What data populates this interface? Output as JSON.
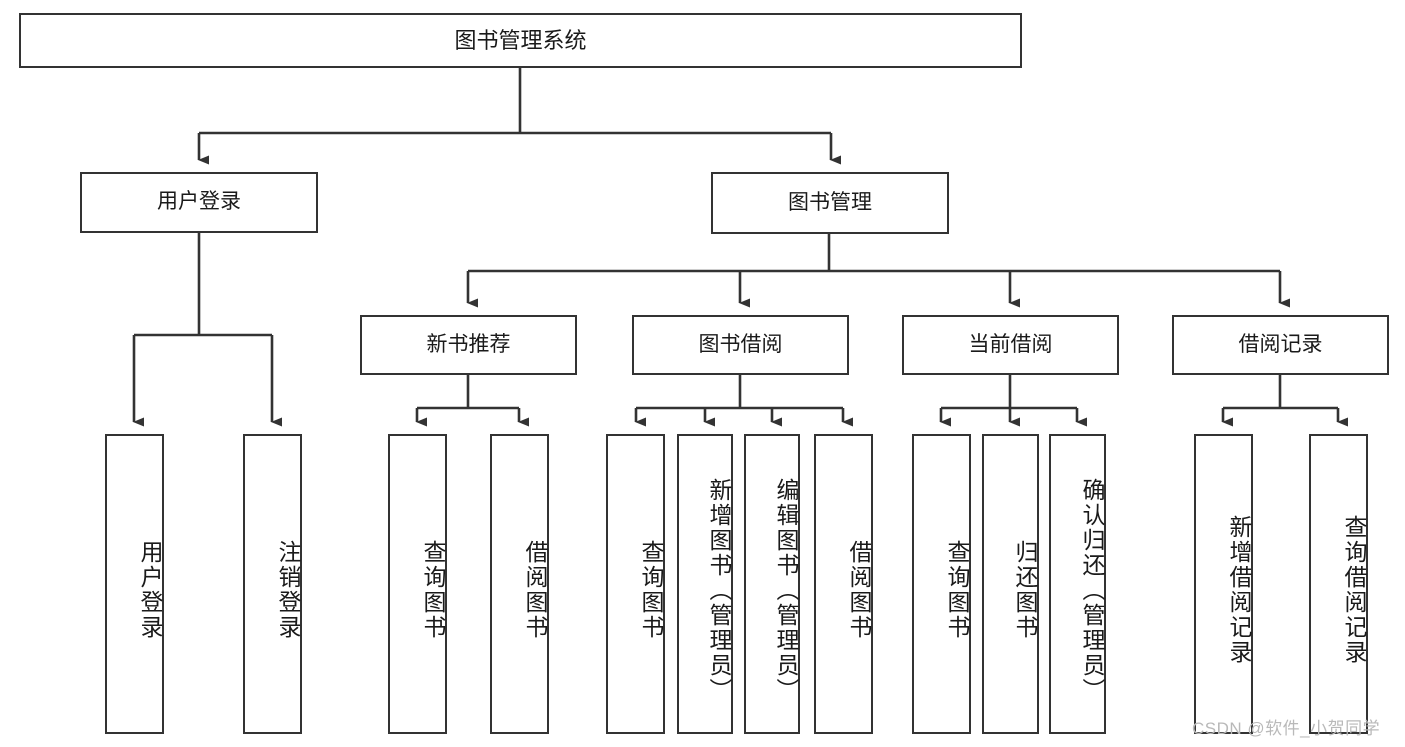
{
  "diagram": {
    "type": "tree-hierarchy-diagram",
    "title": "图书管理系统",
    "style": {
      "box_border": "#333333",
      "box_fill": "#ffffff",
      "line": "#333333",
      "text": "#1a1a1a",
      "watermark": "#b9b9b9"
    },
    "root": {
      "label": "图书管理系统"
    },
    "level2": [
      {
        "id": "user-login",
        "label": "用户登录"
      },
      {
        "id": "book-manage",
        "label": "图书管理"
      }
    ],
    "level3": [
      {
        "id": "new-book-recommend",
        "label": "新书推荐"
      },
      {
        "id": "book-borrow",
        "label": "图书借阅"
      },
      {
        "id": "current-borrow",
        "label": "当前借阅"
      },
      {
        "id": "borrow-record",
        "label": "借阅记录"
      }
    ],
    "leaves": {
      "user_login": [
        {
          "id": "leaf-user-login",
          "label": "用户登录"
        },
        {
          "id": "leaf-logout-login",
          "label": "注销登录"
        }
      ],
      "new_book_recommend": [
        {
          "id": "leaf-query-book-1",
          "label": "查询图书"
        },
        {
          "id": "leaf-borrow-book-1",
          "label": "借阅图书"
        }
      ],
      "book_borrow": [
        {
          "id": "leaf-query-book-2",
          "label": "查询图书"
        },
        {
          "id": "leaf-add-book",
          "label": "新增图书（管理员）"
        },
        {
          "id": "leaf-edit-book",
          "label": "编辑图书（管理员）"
        },
        {
          "id": "leaf-borrow-book-2",
          "label": "借阅图书"
        }
      ],
      "current_borrow": [
        {
          "id": "leaf-query-book-3",
          "label": "查询图书"
        },
        {
          "id": "leaf-return-book",
          "label": "归还图书"
        },
        {
          "id": "leaf-confirm-return",
          "label": "确认归还（管理员）"
        }
      ],
      "borrow_record": [
        {
          "id": "leaf-add-record",
          "label": "新增借阅记录"
        },
        {
          "id": "leaf-query-record",
          "label": "查询借阅记录"
        }
      ]
    }
  },
  "watermark": {
    "text": "CSDN @软件_小贺同学"
  }
}
